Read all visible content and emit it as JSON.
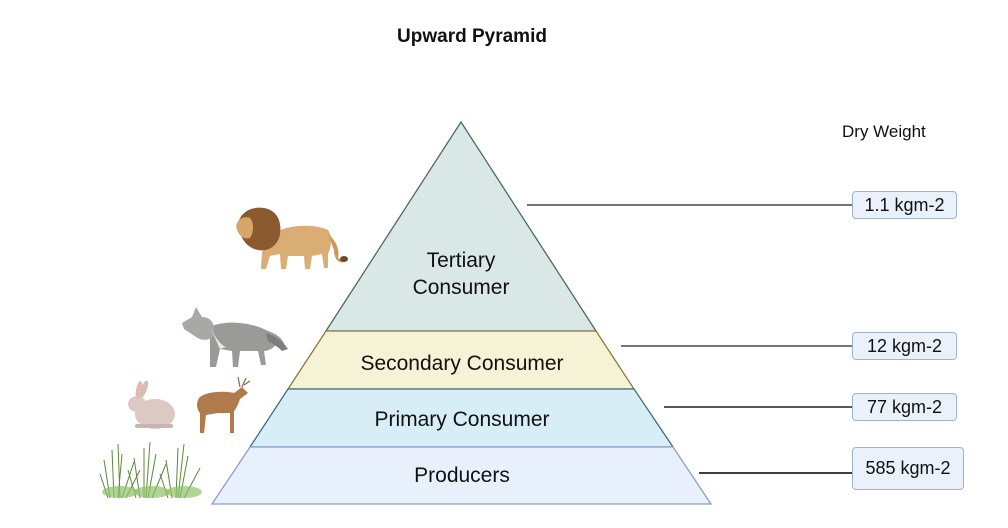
{
  "title": "Upward Pyramid",
  "value_header": "Dry Weight",
  "colors": {
    "tertiary_fill": "#d9e8e6",
    "secondary_fill": "#f5f2d6",
    "primary_fill": "#d8eef7",
    "producers_fill": "#e8f0fb",
    "box_fill": "#eaf1fa",
    "box_border": "#9fb3cc",
    "line": "#222222"
  },
  "levels": [
    {
      "name": "Tertiary Consumer",
      "line1": "Tertiary",
      "line2": "Consumer",
      "value": "1.1 kgm-2",
      "organisms": [
        "lion"
      ]
    },
    {
      "name": "Secondary Consumer",
      "value": "12 kgm-2",
      "organisms": [
        "wolf"
      ]
    },
    {
      "name": "Primary Consumer",
      "value": "77 kgm-2",
      "organisms": [
        "rabbit",
        "deer"
      ]
    },
    {
      "name": "Producers",
      "value": "585 kgm-2",
      "organisms": [
        "grass"
      ]
    }
  ]
}
